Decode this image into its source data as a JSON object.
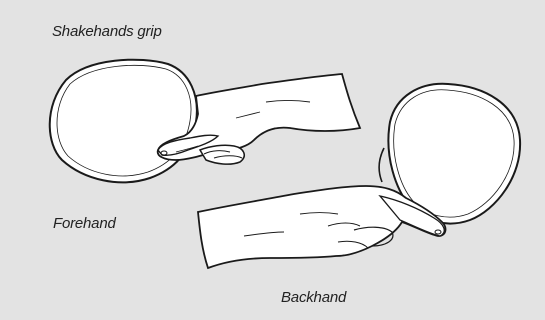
{
  "labels": {
    "title": "Shakehands grip",
    "forehand": "Forehand",
    "backhand": "Backhand"
  },
  "colors": {
    "background": "#e3e3e3",
    "paddle_fill": "#ffffff",
    "outline": "#1a1a1a"
  },
  "icons": [
    "forehand-paddle-icon",
    "forehand-hand-icon",
    "backhand-paddle-icon",
    "backhand-hand-icon"
  ]
}
